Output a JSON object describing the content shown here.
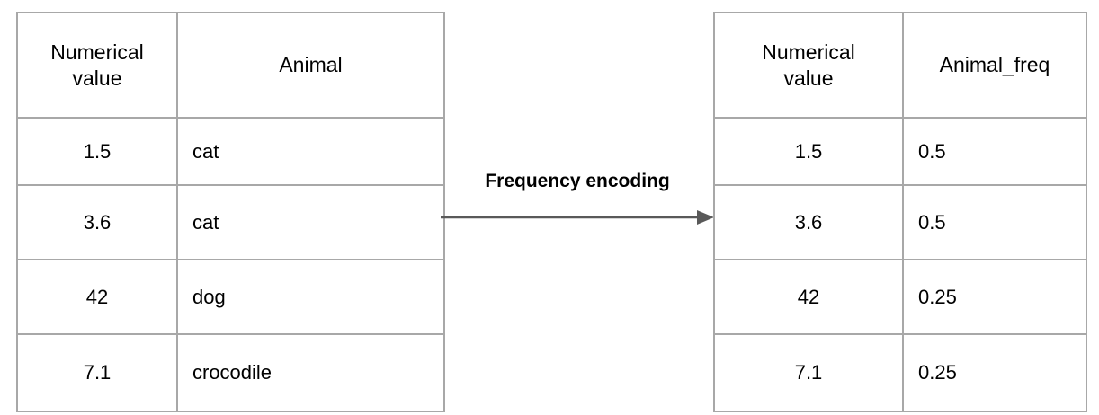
{
  "diagram": {
    "type": "transformation-diagram",
    "arrow": {
      "label": "Frequency encoding",
      "direction": "right",
      "color": "#595959",
      "icon": "arrow-right-icon"
    },
    "border_color": "#a8a8a8",
    "background_color": "#ffffff",
    "text_color": "#000000"
  },
  "source_table": {
    "name": "source-table",
    "headers": [
      "Numerical value",
      "Animal"
    ],
    "header_lines": [
      [
        "Numerical",
        "value"
      ],
      [
        "Animal"
      ]
    ],
    "rows": [
      {
        "numerical_value": "1.5",
        "animal": "cat"
      },
      {
        "numerical_value": "3.6",
        "animal": "cat"
      },
      {
        "numerical_value": "42",
        "animal": "dog"
      },
      {
        "numerical_value": "7.1",
        "animal": "crocodile"
      }
    ]
  },
  "encoded_table": {
    "name": "encoded-table",
    "headers": [
      "Numerical value",
      "Animal_freq"
    ],
    "header_lines": [
      [
        "Numerical",
        "value"
      ],
      [
        "Animal_freq"
      ]
    ],
    "rows": [
      {
        "numerical_value": "1.5",
        "animal_freq": "0.5"
      },
      {
        "numerical_value": "3.6",
        "animal_freq": "0.5"
      },
      {
        "numerical_value": "42",
        "animal_freq": "0.25"
      },
      {
        "numerical_value": "7.1",
        "animal_freq": "0.25"
      }
    ]
  }
}
